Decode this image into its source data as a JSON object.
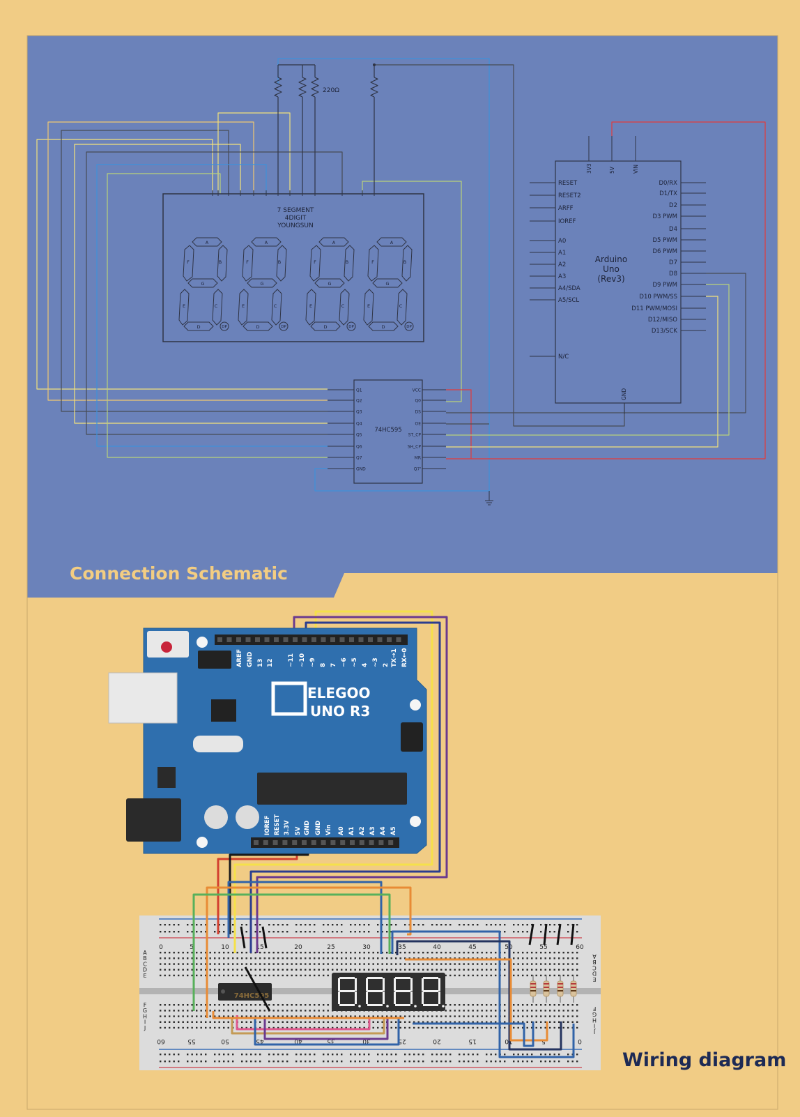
{
  "titles": {
    "schematic": "Connection Schematic",
    "wiring": "Wiring diagram"
  },
  "colors": {
    "page_bg": "#f1cc85",
    "schematic_bg": "#6b82ba",
    "board_blue": "#2e6fae",
    "title_schematic": "#f3cd82",
    "title_wiring": "#1d2a55"
  },
  "schematic": {
    "resistor_label": "220Ω",
    "display": {
      "label_lines": [
        "7 SEGMENT",
        "4DIGIT",
        "YOUNGSUN"
      ],
      "segment_labels": [
        "A",
        "B",
        "C",
        "D",
        "E",
        "F",
        "G"
      ],
      "dp_label": "DP"
    },
    "shift_register": {
      "name": "74HC595",
      "left_pins": [
        "Q1",
        "Q2",
        "Q3",
        "Q4",
        "Q5",
        "Q6",
        "Q7",
        "GND"
      ],
      "right_pins": [
        "VCC",
        "Q0",
        "DS",
        "OE",
        "ST_CP",
        "SH_CP",
        "MR",
        "Q7'"
      ]
    },
    "arduino": {
      "name_lines": [
        "Arduino",
        "Uno",
        "(Rev3)"
      ],
      "top_pins": [
        "3V3",
        "5V",
        "VIN"
      ],
      "left_pins": [
        "RESET",
        "RESET2",
        "ARFF",
        "IOREF",
        "A0",
        "A1",
        "A2",
        "A3",
        "A4/SDA",
        "A5/SCL",
        "N/C"
      ],
      "right_pins": [
        "D0/RX",
        "D1/TX",
        "D2",
        "D3 PWM",
        "D4",
        "D5 PWM",
        "D6 PWM",
        "D7",
        "D8",
        "D9 PWM",
        "D10 PWM/SS",
        "D11 PWM/MOSI",
        "D12/MISO",
        "D13/SCK"
      ],
      "bottom_pin": "GND"
    }
  },
  "wiring": {
    "board": {
      "brand": "ELEGOO",
      "model": "UNO R3",
      "digital_header": [
        "AREF",
        "GND",
        "13",
        "12",
        "~11",
        "~10",
        "~9",
        "8",
        "7",
        "~6",
        "~5",
        "4",
        "~3",
        "2",
        "TX→1",
        "RX←0"
      ],
      "power_header": [
        "IOREF",
        "RESET",
        "3.3V",
        "5V",
        "GND",
        "GND",
        "Vin",
        "A0",
        "A1",
        "A2",
        "A3",
        "A4",
        "A5"
      ]
    },
    "breadboard": {
      "top_numbers": [
        "0",
        "5",
        "10",
        "15",
        "20",
        "25",
        "30",
        "35",
        "40",
        "45",
        "50",
        "55",
        "60"
      ],
      "bottom_numbers": [
        "60",
        "55",
        "50",
        "45",
        "40",
        "35",
        "30",
        "25",
        "20",
        "15",
        "10",
        "5",
        "0"
      ],
      "row_letters_top": [
        "A",
        "B",
        "C",
        "D",
        "E"
      ],
      "row_letters_bottom": [
        "F",
        "G",
        "H",
        "I",
        "J"
      ],
      "chip_label": "74HC595"
    }
  }
}
